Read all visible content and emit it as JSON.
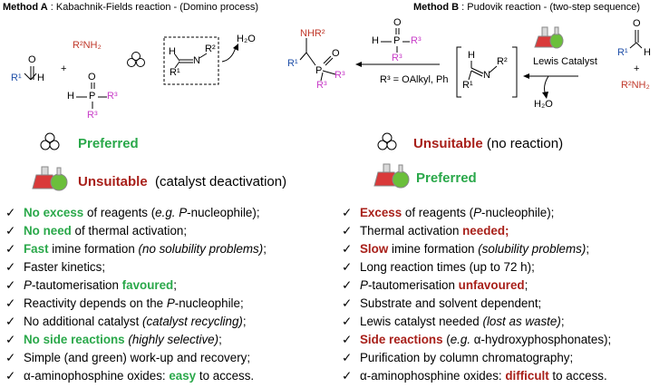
{
  "header": {
    "method_a_bold": "Method A",
    "method_a_rest": " : Kabachnik-Fields reaction - (Domino process)",
    "method_b_bold": "Method B",
    "method_b_rest": " : Pudovik reaction - (two-step sequence)"
  },
  "scheme": {
    "aldehyde_r": "R¹",
    "aldehyde_h": "H",
    "aldehyde_o": "O",
    "amine": "R²NH₂",
    "plus": "+",
    "phos_o": "O",
    "phos_h": "H",
    "phos_p": "P",
    "phos_r3a": "R³",
    "phos_r3b": "R³",
    "imine_r1": "R¹",
    "imine_n": "N",
    "imine_r2": "R²",
    "imine_h": "H",
    "water": "H₂O",
    "product_nhr2": "NHR²",
    "product_r1": "R¹",
    "product_p": "P",
    "product_o": "O",
    "product_r3a": "R³",
    "product_r3b": "R³",
    "r3_def": "R³ = OAlkyl, Ph",
    "lewis_catalyst": "Lewis Catalyst",
    "water_b": "H₂O",
    "b_aldehyde_r": "R¹",
    "b_aldehyde_h": "H",
    "b_aldehyde_o": "O",
    "b_plus": "+",
    "b_amine": "R²NH₂",
    "b_phos_o": "O",
    "b_phos_h": "H",
    "b_phos_p": "P",
    "b_phos_r3a": "R³",
    "b_phos_r3b": "R³",
    "b_imine_h": "H",
    "b_imine_n": "N",
    "b_imine_r2": "R²",
    "b_imine_r1": "R¹"
  },
  "verdicts": {
    "a_no_catalyst": "Preferred",
    "a_catalyst_bold": "Unsuitable",
    "a_catalyst_rest": "(catalyst deactivation)",
    "b_no_catalyst_bold": "Unsuitable",
    "b_no_catalyst_rest": "(no reaction)",
    "b_catalyst": "Preferred"
  },
  "colors": {
    "green": "#2aa84a",
    "red": "#a8201a",
    "blue": "#1f4fa8",
    "magenta": "#c83ec8",
    "orange_red": "#c0392b"
  },
  "check_mark": "✓",
  "list_a": [
    {
      "em": "No excess",
      "rest": " of reagents (",
      "it": "e.g. P",
      "rest2": "-nucleophile);"
    },
    {
      "em": "No need",
      "rest": " of thermal activation;"
    },
    {
      "em": "Fast",
      "rest": " imine formation ",
      "it": "(no solubility problems)",
      "rest2": ";"
    },
    {
      "plain": "Faster kinetics;"
    },
    {
      "it0": "P",
      "pre": "-tautomerisation ",
      "em": "favoured",
      "rest": ";"
    },
    {
      "plain": "Reactivity depends on the ",
      "it": "P",
      "rest2": "-nucleophile;"
    },
    {
      "plain": "No additional catalyst ",
      "it": "(catalyst recycling)",
      "rest2": ";"
    },
    {
      "em": "No side reactions",
      "rest": " ",
      "it": "(highly selective)",
      "rest2": ";"
    },
    {
      "plain": "Simple (and green) work-up and recovery;"
    },
    {
      "plain": "α-aminophosphine oxides: ",
      "em2": "easy",
      "rest2": " to access."
    }
  ],
  "list_b": [
    {
      "em": "Excess",
      "rest": " of reagents (",
      "it": "P",
      "rest2": "-nucleophile);"
    },
    {
      "plain": "Thermal activation ",
      "em2": "needed;"
    },
    {
      "em": "Slow",
      "rest": " imine formation ",
      "it": "(solubility problems)",
      "rest2": ";"
    },
    {
      "plain": "Long reaction times (up to 72 h);"
    },
    {
      "it0": "P",
      "pre": "-tautomerisation ",
      "em": "unfavoured",
      "rest": ";"
    },
    {
      "plain": "Substrate and solvent dependent;"
    },
    {
      "plain": "Lewis catalyst needed ",
      "it": "(lost as waste)",
      "rest2": ";"
    },
    {
      "em": "Side reactions",
      "rest": " (",
      "it": "e.g.",
      "rest2": " α-hydroxyphosphonates);"
    },
    {
      "plain": "Purification by column chromatography;"
    },
    {
      "plain": "α-aminophosphine oxides: ",
      "em2": "difficult",
      "rest2": " to access."
    }
  ]
}
